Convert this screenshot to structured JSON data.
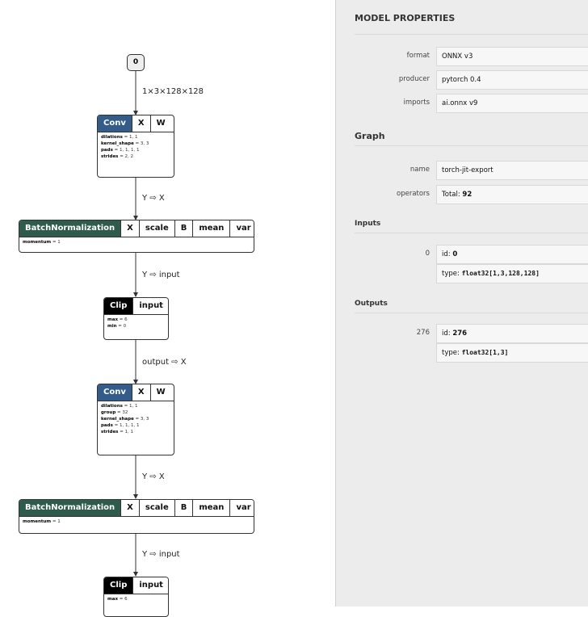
{
  "graph": {
    "input_node": {
      "label": "0"
    },
    "edge_labels": [
      "1×3×128×128",
      "Y ⇨ X",
      "Y ⇨ input",
      "output ⇨ X",
      "Y ⇨ X",
      "Y ⇨ input"
    ],
    "nodes": [
      {
        "op": "Conv",
        "ports": [
          "X",
          "W"
        ],
        "attrs": [
          {
            "k": "dilations",
            "v": " = 1, 1"
          },
          {
            "k": "kernel_shape",
            "v": " = 3, 3"
          },
          {
            "k": "pads",
            "v": " = 1, 1, 1, 1"
          },
          {
            "k": "strides",
            "v": " = 2, 2"
          }
        ]
      },
      {
        "op": "BatchNormalization",
        "ports": [
          "X",
          "scale",
          "B",
          "mean",
          "var"
        ],
        "attrs": [
          {
            "k": "momentum",
            "v": " = 1"
          }
        ]
      },
      {
        "op": "Clip",
        "ports": [
          "input"
        ],
        "attrs": [
          {
            "k": "max",
            "v": " = 6"
          },
          {
            "k": "min",
            "v": " = 0"
          }
        ]
      },
      {
        "op": "Conv",
        "ports": [
          "X",
          "W"
        ],
        "attrs": [
          {
            "k": "dilations",
            "v": " = 1, 1"
          },
          {
            "k": "group",
            "v": " = 32"
          },
          {
            "k": "kernel_shape",
            "v": " = 3, 3"
          },
          {
            "k": "pads",
            "v": " = 1, 1, 1, 1"
          },
          {
            "k": "strides",
            "v": " = 1, 1"
          }
        ]
      },
      {
        "op": "BatchNormalization",
        "ports": [
          "X",
          "scale",
          "B",
          "mean",
          "var"
        ],
        "attrs": [
          {
            "k": "momentum",
            "v": " = 1"
          }
        ]
      },
      {
        "op": "Clip",
        "ports": [
          "input"
        ],
        "attrs": [
          {
            "k": "max",
            "v": " = 6"
          }
        ]
      }
    ]
  },
  "sidebar": {
    "title": "MODEL PROPERTIES",
    "props": [
      {
        "label": "format",
        "value": "ONNX v3"
      },
      {
        "label": "producer",
        "value": "pytorch 0.4"
      },
      {
        "label": "imports",
        "value": "ai.onnx v9"
      }
    ],
    "graph_section": "Graph",
    "graph_props": [
      {
        "label": "name",
        "value": "torch-jit-export"
      },
      {
        "label": "operators",
        "prefix": "Total: ",
        "value": "92"
      }
    ],
    "inputs_section": "Inputs",
    "input": {
      "label": "0",
      "id_prefix": "id: ",
      "id": "0",
      "type_prefix": "type: ",
      "type": "float32[1,3,128,128]"
    },
    "outputs_section": "Outputs",
    "output": {
      "label": "276",
      "id_prefix": "id: ",
      "id": "276",
      "type_prefix": "type: ",
      "type": "float32[1,3]"
    }
  }
}
